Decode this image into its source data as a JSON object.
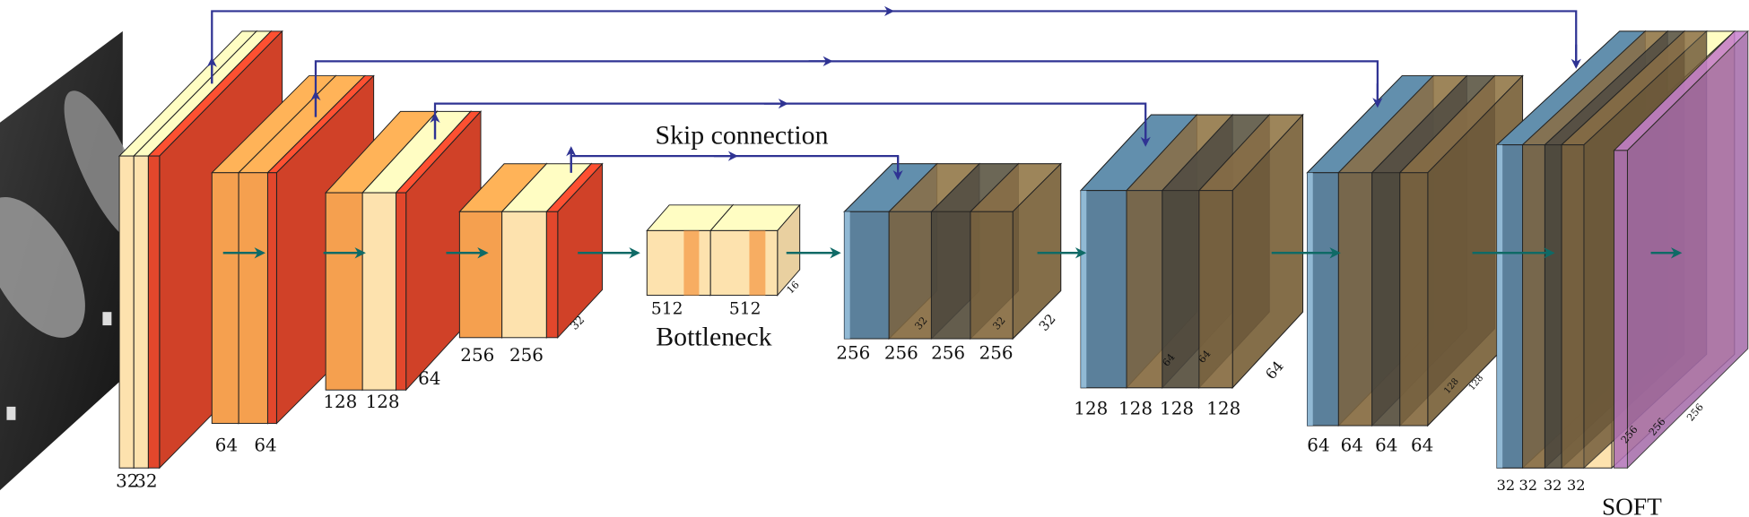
{
  "captions": {
    "skip_connection": "Skip connection",
    "bottleneck": "Bottleneck",
    "soft": "SOFT"
  },
  "encoder": [
    {
      "channels": [
        "32",
        "32"
      ]
    },
    {
      "channels": [
        "64",
        "64"
      ]
    },
    {
      "channels": [
        "128",
        "128"
      ],
      "spatial": "64"
    },
    {
      "channels": [
        "256",
        "256"
      ],
      "spatial": "32"
    }
  ],
  "bottleneck": {
    "channels": [
      "512",
      "512"
    ],
    "spatial": "16"
  },
  "decoder": [
    {
      "channels": [
        "256",
        "256",
        "256",
        "256"
      ],
      "spatial": [
        "32",
        "32",
        "32"
      ]
    },
    {
      "channels": [
        "128",
        "128",
        "128",
        "128"
      ],
      "spatial": [
        "64",
        "64",
        "64"
      ]
    },
    {
      "channels": [
        "64",
        "64",
        "64",
        "64"
      ],
      "spatial": [
        "128",
        "128"
      ]
    },
    {
      "channels": [
        "32",
        "32",
        "32",
        "32"
      ]
    }
  ],
  "output": {
    "spatial": [
      "256",
      "256",
      "256"
    ]
  },
  "colors": {
    "cream": "#fde2ae",
    "orange": "#f5a04f",
    "red": "#e2472c",
    "blue": "#3f6f98",
    "blue_light": "#7fb2db",
    "brown": "#7d6540",
    "dark": "#4a463d",
    "purple": "#b273b8",
    "skip": "#2f3393",
    "flow": "#0f6a66"
  }
}
